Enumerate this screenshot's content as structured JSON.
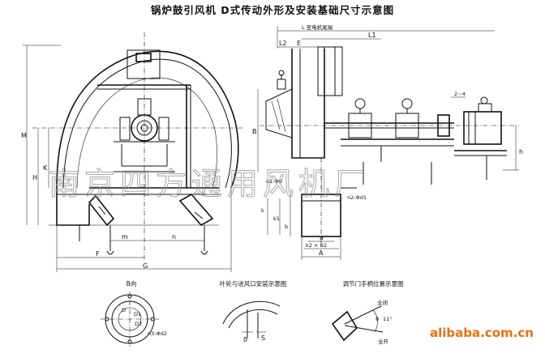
{
  "title": "锅炉鼓引风机 D式传动外形及安装基础尺寸示意图",
  "watermark": "南京四方通用风机厂",
  "logo": "alibaba.com.cn",
  "front_view": {
    "dims": {
      "M": "M",
      "H": "H",
      "K": "K",
      "m": "m",
      "n": "n",
      "F": "F",
      "G": "G"
    }
  },
  "side_view": {
    "dims": {
      "L": "L 至电机尾端",
      "L1": "L1",
      "L2": "L2",
      "E": "E",
      "B": "B",
      "h": "h",
      "a": "a",
      "k2B2": "k2 × B2",
      "A": "A",
      "b": "b",
      "k1": "k1",
      "k": "k",
      "n2d1": "n2-Φd1",
      "n1d": "n1-Φd",
      "spacing": "2~4"
    }
  },
  "bottom": {
    "b_view": {
      "caption": "B向",
      "n3d2": "n3-Φd2",
      "D": "D",
      "D1": "D1",
      "D2": "D2"
    },
    "impeller": {
      "caption": "叶轮与进风口安装示意图",
      "delta": "δ",
      "S": "S"
    },
    "valve": {
      "caption": "调节门手柄位置示意图",
      "closed": "全闭",
      "open": "全开",
      "angle1": "8",
      "angle2": "11°"
    }
  }
}
